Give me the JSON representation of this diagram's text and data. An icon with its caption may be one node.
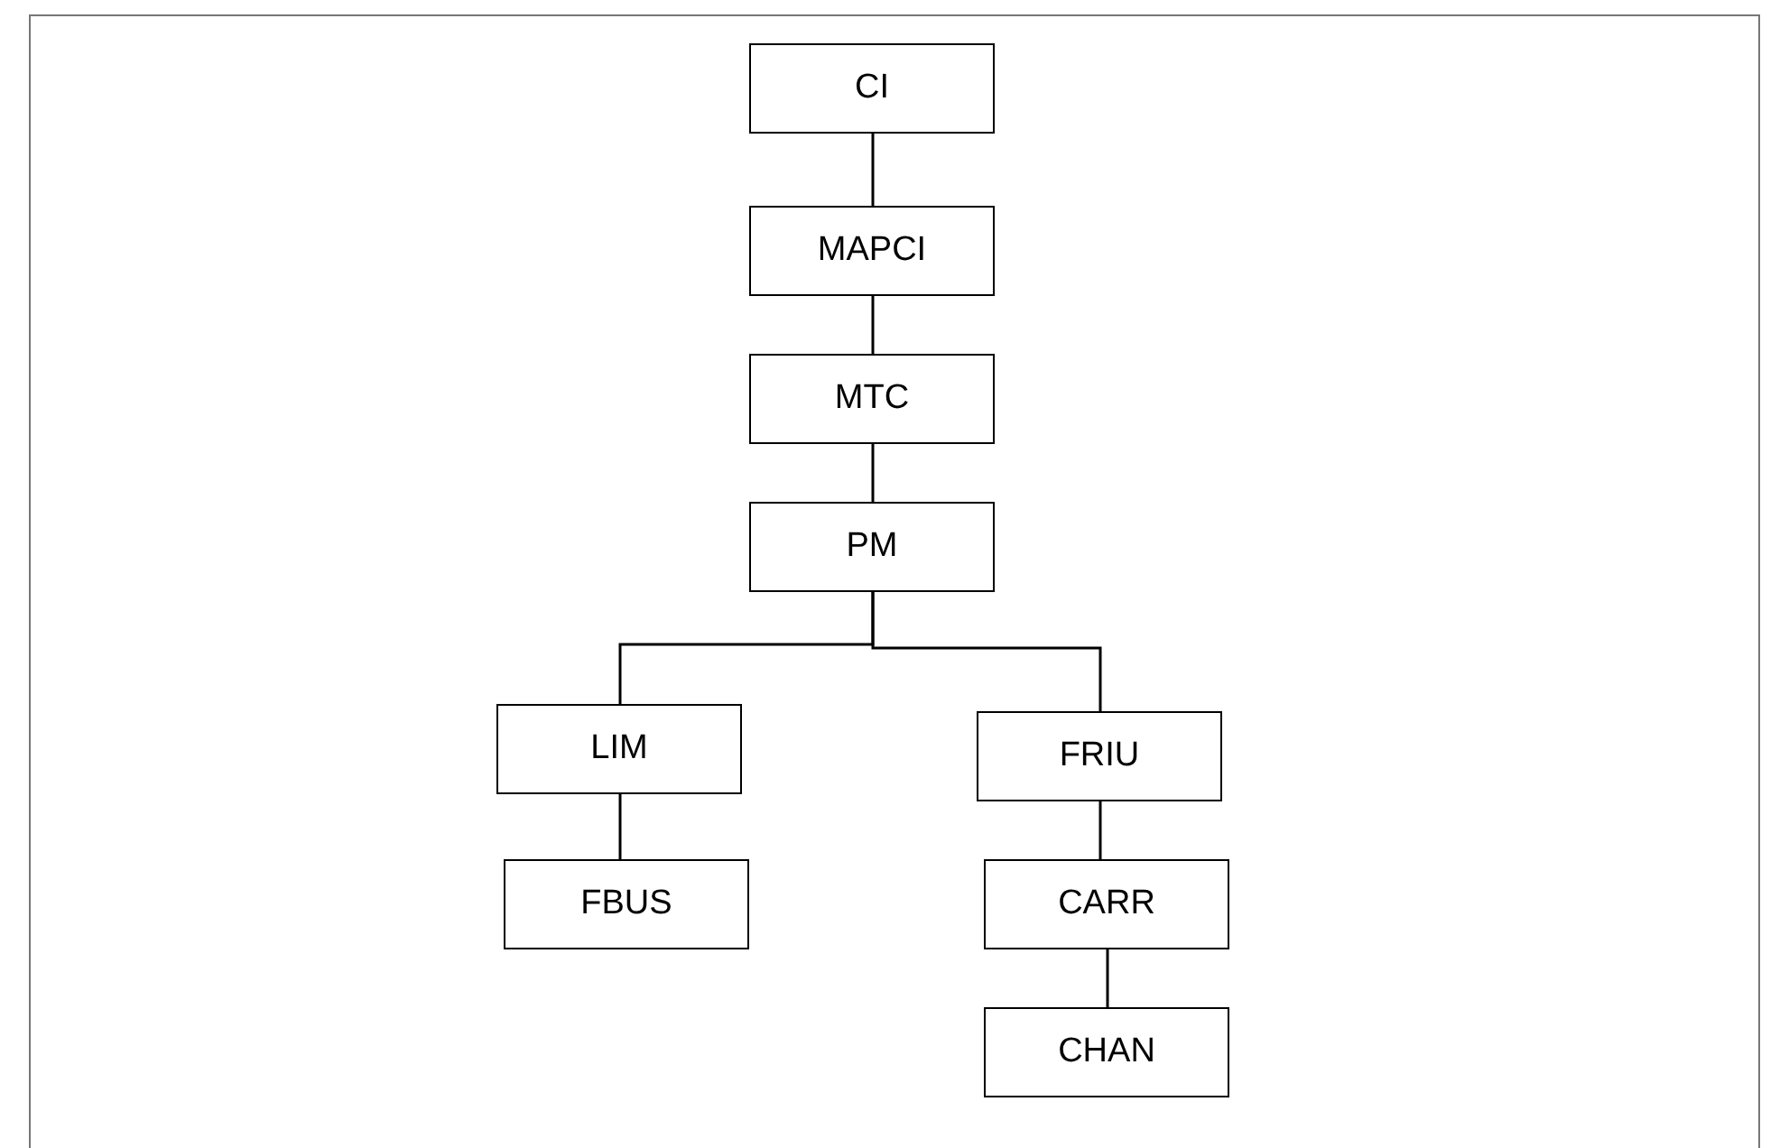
{
  "diagram": {
    "nodes": [
      {
        "text": [
          "CI"
        ]
      },
      {
        "text": [
          "MAPCI"
        ]
      },
      {
        "text": [
          "MTC"
        ]
      },
      {
        "text": [
          "PM"
        ]
      },
      {
        "text": [
          "LIM"
        ]
      },
      {
        "text": [
          "FBUS"
        ]
      },
      {
        "text": [
          "FRIU"
        ]
      },
      {
        "text": [
          "CARR"
        ]
      },
      {
        "text": [
          "CHAN"
        ]
      }
    ],
    "edges": [
      {
        "from": 0,
        "to": 1,
        "arrow": "none"
      },
      {
        "from": 1,
        "to": 2,
        "arrow": "none"
      },
      {
        "from": 2,
        "to": 3,
        "arrow": "none"
      },
      {
        "from": 3,
        "to": 4,
        "arrow": "none"
      },
      {
        "from": 3,
        "to": 6,
        "arrow": "none"
      },
      {
        "from": 4,
        "to": 5,
        "arrow": "none"
      },
      {
        "from": 6,
        "to": 7,
        "arrow": "none"
      },
      {
        "from": 7,
        "to": 8,
        "arrow": "none"
      }
    ]
  }
}
